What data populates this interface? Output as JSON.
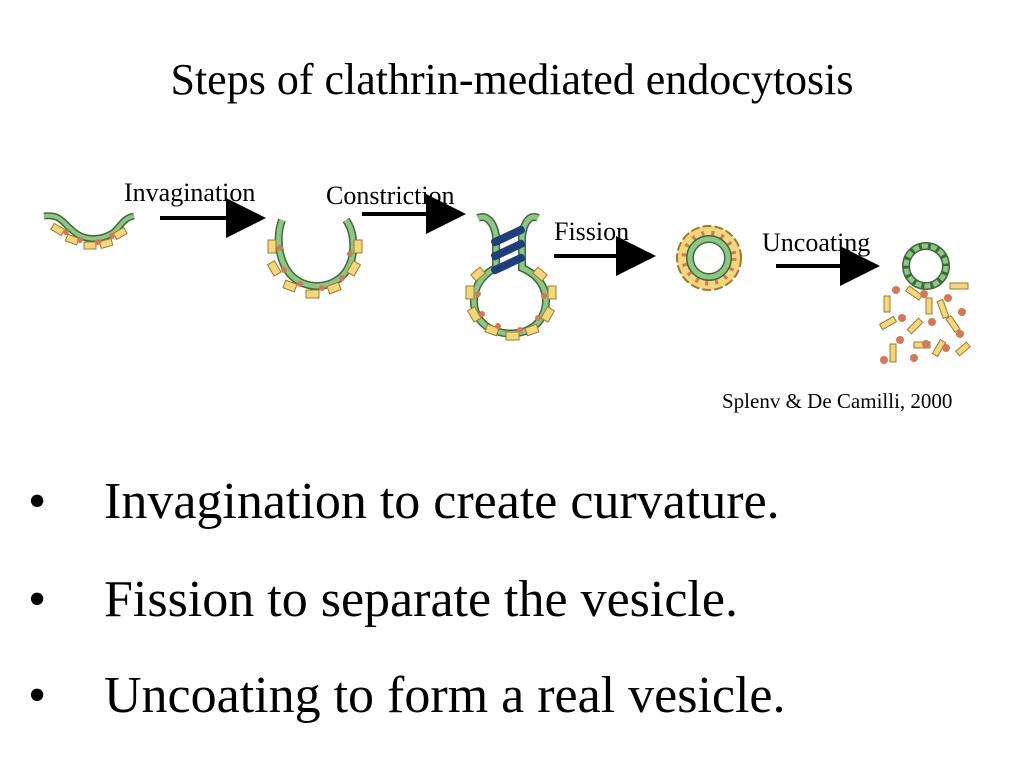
{
  "title": "Steps of clathrin-mediated endocytosis",
  "diagram": {
    "labels": {
      "invagination": "Invagination",
      "constriction": "Constriction",
      "fission": "Fission",
      "uncoating": "Uncoating"
    },
    "citation": "Splenv & De Camilli, 2000",
    "colors": {
      "membrane_fill": "#8fc585",
      "membrane_stroke": "#3f6b3c",
      "clathrin_light": "#f2d77e",
      "clathrin_stroke": "#a07a2c",
      "adaptor": "#d4785a",
      "dynamin": "#1f3f7a",
      "arrow": "#000000"
    }
  },
  "bullets": {
    "symbol": "•",
    "items": [
      "Invagination to create curvature.",
      "Fission to separate the vesicle.",
      "Uncoating to form a real vesicle."
    ]
  }
}
